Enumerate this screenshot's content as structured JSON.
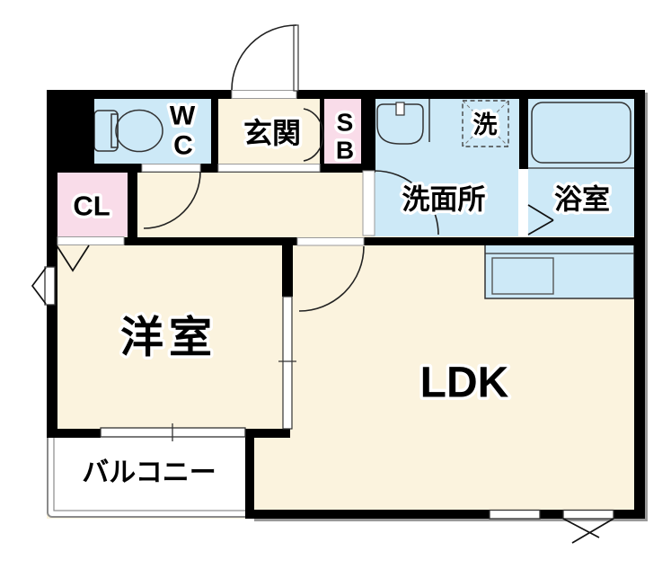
{
  "labels": {
    "wc_line1": "W",
    "wc_line2": "C",
    "entrance": "玄関",
    "sb_line1": "S",
    "sb_line2": "B",
    "washroom": "洗面所",
    "washer": "洗",
    "bathroom": "浴室",
    "closet": "CL",
    "western_room": "洋室",
    "ldk": "LDK",
    "balcony": "バルコニー"
  },
  "colors": {
    "wall": "#000000",
    "floor_cream": "#FBF3DE",
    "floor_blue": "#CDE9F7",
    "floor_pink": "#F9DCE9",
    "label_text": "#000000",
    "label_halo": "#FFFFFF",
    "balcony_border": "#8A8A8A",
    "shadow": "#999999"
  }
}
